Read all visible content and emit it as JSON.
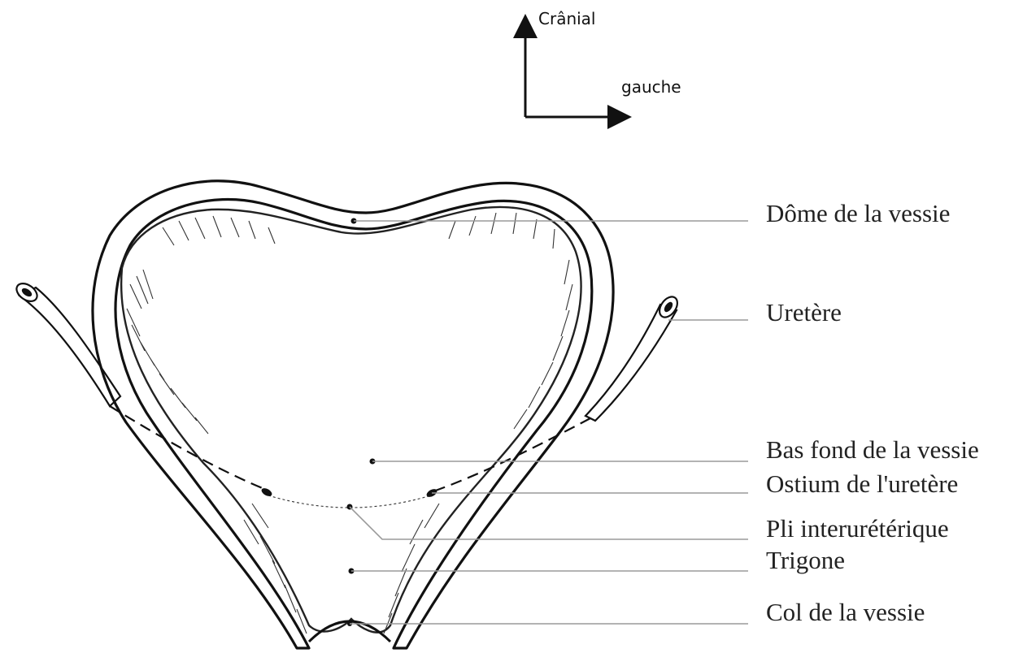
{
  "orientation": {
    "up_label": "Crânial",
    "right_label": "gauche"
  },
  "labels": [
    {
      "key": "dome",
      "text": "Dôme de la vessie"
    },
    {
      "key": "ureter",
      "text": "Uretère"
    },
    {
      "key": "bas_fond",
      "text": "Bas fond de la vessie"
    },
    {
      "key": "ostium",
      "text": "Ostium de l'uretère"
    },
    {
      "key": "pli",
      "text": "Pli interurétérique"
    },
    {
      "key": "trigone",
      "text": "Trigone"
    },
    {
      "key": "col",
      "text": "Col de la vessie"
    }
  ]
}
